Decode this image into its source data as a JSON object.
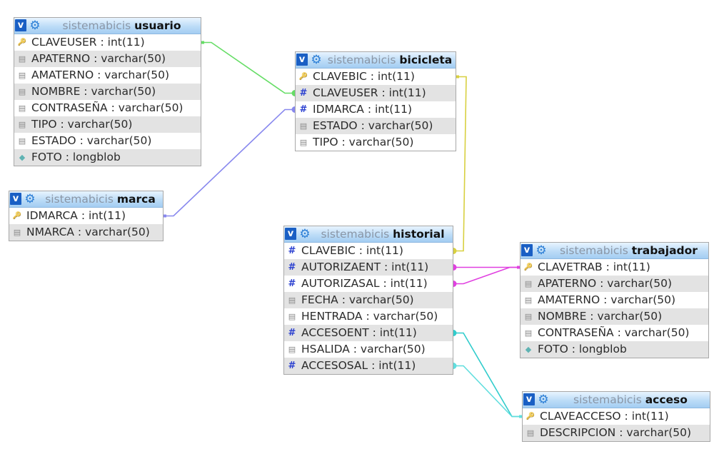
{
  "database": "sistemabicis",
  "tables": [
    {
      "id": "usuario",
      "name": "usuario",
      "fields": [
        {
          "icon": "key",
          "text": "CLAVEUSER : int(11)"
        },
        {
          "icon": "text",
          "text": "APATERNO : varchar(50)"
        },
        {
          "icon": "text",
          "text": "AMATERNO : varchar(50)"
        },
        {
          "icon": "text",
          "text": "NOMBRE : varchar(50)"
        },
        {
          "icon": "text",
          "text": "CONTRASEÑA : varchar(50)"
        },
        {
          "icon": "text",
          "text": "TIPO : varchar(50)"
        },
        {
          "icon": "text",
          "text": "ESTADO : varchar(50)"
        },
        {
          "icon": "blob",
          "text": "FOTO : longblob"
        }
      ]
    },
    {
      "id": "bicicleta",
      "name": "bicicleta",
      "fields": [
        {
          "icon": "key",
          "text": "CLAVEBIC : int(11)"
        },
        {
          "icon": "number",
          "text": "CLAVEUSER : int(11)"
        },
        {
          "icon": "number",
          "text": "IDMARCA : int(11)"
        },
        {
          "icon": "text",
          "text": "ESTADO : varchar(50)"
        },
        {
          "icon": "text",
          "text": "TIPO : varchar(50)"
        }
      ]
    },
    {
      "id": "marca",
      "name": "marca",
      "fields": [
        {
          "icon": "key",
          "text": "IDMARCA : int(11)"
        },
        {
          "icon": "text",
          "text": "NMARCA : varchar(50)"
        }
      ]
    },
    {
      "id": "historial",
      "name": "historial",
      "fields": [
        {
          "icon": "number",
          "text": "CLAVEBIC : int(11)"
        },
        {
          "icon": "number",
          "text": "AUTORIZAENT : int(11)"
        },
        {
          "icon": "number",
          "text": "AUTORIZASAL : int(11)"
        },
        {
          "icon": "text",
          "text": "FECHA : varchar(50)"
        },
        {
          "icon": "text",
          "text": "HENTRADA : varchar(50)"
        },
        {
          "icon": "number",
          "text": "ACCESOENT : int(11)"
        },
        {
          "icon": "text",
          "text": "HSALIDA : varchar(50)"
        },
        {
          "icon": "number",
          "text": "ACCESOSAL : int(11)"
        }
      ]
    },
    {
      "id": "trabajador",
      "name": "trabajador",
      "fields": [
        {
          "icon": "key",
          "text": "CLAVETRAB : int(11)"
        },
        {
          "icon": "text",
          "text": "APATERNO : varchar(50)"
        },
        {
          "icon": "text",
          "text": "AMATERNO : varchar(50)"
        },
        {
          "icon": "text",
          "text": "NOMBRE : varchar(50)"
        },
        {
          "icon": "text",
          "text": "CONTRASEÑA : varchar(50)"
        },
        {
          "icon": "blob",
          "text": "FOTO : longblob"
        }
      ]
    },
    {
      "id": "acceso",
      "name": "acceso",
      "fields": [
        {
          "icon": "key",
          "text": "CLAVEACCESO : int(11)"
        },
        {
          "icon": "text",
          "text": "DESCRIPCION : varchar(50)"
        }
      ]
    }
  ],
  "relations": [
    {
      "from": "bicicleta.CLAVEUSER",
      "to": "usuario.CLAVEUSER",
      "color": "#66dd66"
    },
    {
      "from": "bicicleta.IDMARCA",
      "to": "marca.IDMARCA",
      "color": "#8888ee"
    },
    {
      "from": "historial.CLAVEBIC",
      "to": "bicicleta.CLAVEBIC",
      "color": "#d8d040"
    },
    {
      "from": "historial.AUTORIZAENT",
      "to": "trabajador.CLAVETRAB",
      "color": "#e040e0"
    },
    {
      "from": "historial.AUTORIZASAL",
      "to": "trabajador.CLAVETRAB",
      "color": "#e040e0"
    },
    {
      "from": "historial.ACCESOENT",
      "to": "acceso.CLAVEACCESO",
      "color": "#30cccc"
    },
    {
      "from": "historial.ACCESOSAL",
      "to": "acceso.CLAVEACCESO",
      "color": "#60dede"
    }
  ]
}
